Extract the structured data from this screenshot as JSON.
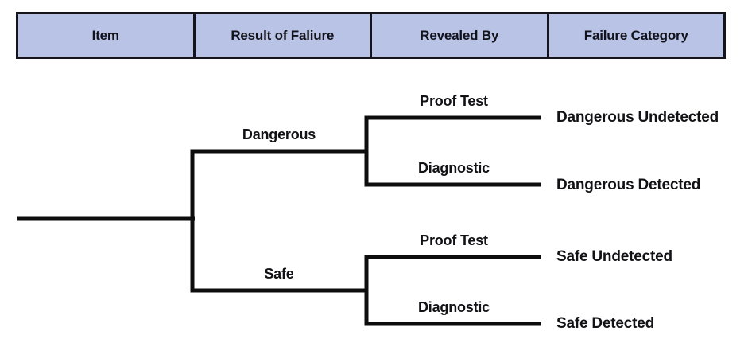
{
  "table_header": {
    "columns": [
      "Item",
      "Result of Faliure",
      "Revealed By",
      "Failure Category"
    ]
  },
  "tree": {
    "result_branches": [
      {
        "label": "Dangerous"
      },
      {
        "label": "Safe"
      }
    ],
    "revealed_by_branches": [
      {
        "label": "Proof Test"
      },
      {
        "label": "Diagnostic"
      },
      {
        "label": "Proof Test"
      },
      {
        "label": "Diagnostic"
      }
    ],
    "failure_categories": [
      {
        "label": "Dangerous Undetected"
      },
      {
        "label": "Dangerous Detected"
      },
      {
        "label": "Safe Undetected"
      },
      {
        "label": "Safe Detected"
      }
    ]
  },
  "colors": {
    "header_fill": "#b8c3e6",
    "header_border": "#14141f",
    "header_text": "#12121c",
    "line": "#0d0d0d",
    "label_text": "#111116"
  }
}
